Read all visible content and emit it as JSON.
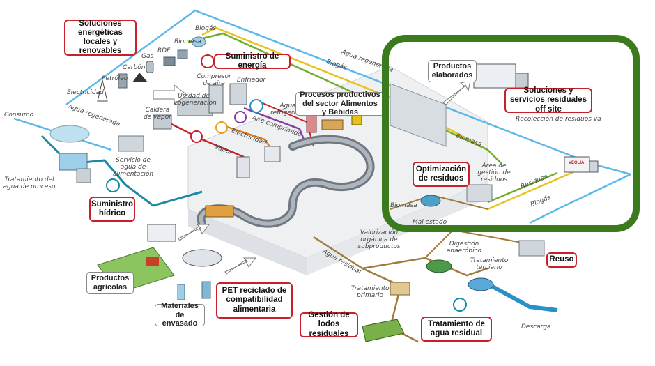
{
  "boxes": {
    "soluciones_energeticas": "Soluciones energéticas locales y renovables",
    "suministro_energia": "Suministro de energía",
    "procesos_productivos": "Procesos productivos del sector Alimentos y Bebidas",
    "suministro_hidrico": "Suministro hídrico",
    "optimizacion_residuos": "Optimización de residuos",
    "soluciones_offsite": "Soluciones y servicios residuales off site",
    "reuso": "Reuso",
    "pet_reciclado": "PET reciclado de compatibilidad alimentaria",
    "gestion_lodos": "Gestión de lodos residuales",
    "tratamiento_agua": "Tratamiento de agua residual",
    "productos_elaborados": "Productos elaborados",
    "productos_agricolas": "Productos agrícolas",
    "materiales_envasado": "Materiales de envasado"
  },
  "labels": {
    "biogas_top": "Biogás",
    "biomasa_top": "Biomasa",
    "rdf": "RDF",
    "gas": "Gas",
    "carbon": "Carbón",
    "petroleo": "Petróleo",
    "electricidad_left": "Electricidad",
    "agua_regenerada_left": "Agua regenerada",
    "agua_regenerada_right": "Agua regenerada",
    "biogas_mid": "Biogás",
    "consumo": "Consumo",
    "compresor_aire": "Compresor de aire",
    "enfriador": "Enfriador",
    "unidad_cogeneracion": "Unidad de cogeneración",
    "caldera_vapor": "Caldera de vapor",
    "agua_refrigerada": "Agua refrigerada",
    "aire_comprimido": "Aire comprimido",
    "electricidad_mid": "Electricidad",
    "vapor": "Vapor",
    "servicio_agua": "Servicio de agua de alimentación",
    "tratamiento_agua_proceso": "Tratamiento del agua de proceso",
    "recoleccion_residuos": "Recolección de residuos va",
    "biomasa_right": "Biomasa",
    "area_gestion": "Área de gestión de residuos",
    "residuos": "Residuos",
    "biogas_right": "Biogás",
    "biomasa_low": "Biomasa",
    "mal_estado": "Mal estado",
    "valorizacion": "Valorización orgánica de subproductos",
    "digestion": "Digestión anaeróbico",
    "tratamiento_terciario": "Tratamiento terciario",
    "agua_residual": "Agua residual",
    "tratamiento_primario": "Tratamiento primario",
    "descarga": "Descarga"
  },
  "truck_brand": "VEOLIA",
  "colors": {
    "box_border": "#c8202a",
    "highlight": "#3c7a1e",
    "water_line": "#5bb8e8",
    "biogas_line": "#e8c21a",
    "biomass_line": "#6fae2e",
    "electric_line": "#e07a1a",
    "steam_line": "#c8202a",
    "sewage_line": "#a07a3a",
    "air_line": "#8a3aa0",
    "teal_line": "#1a8aa0"
  }
}
